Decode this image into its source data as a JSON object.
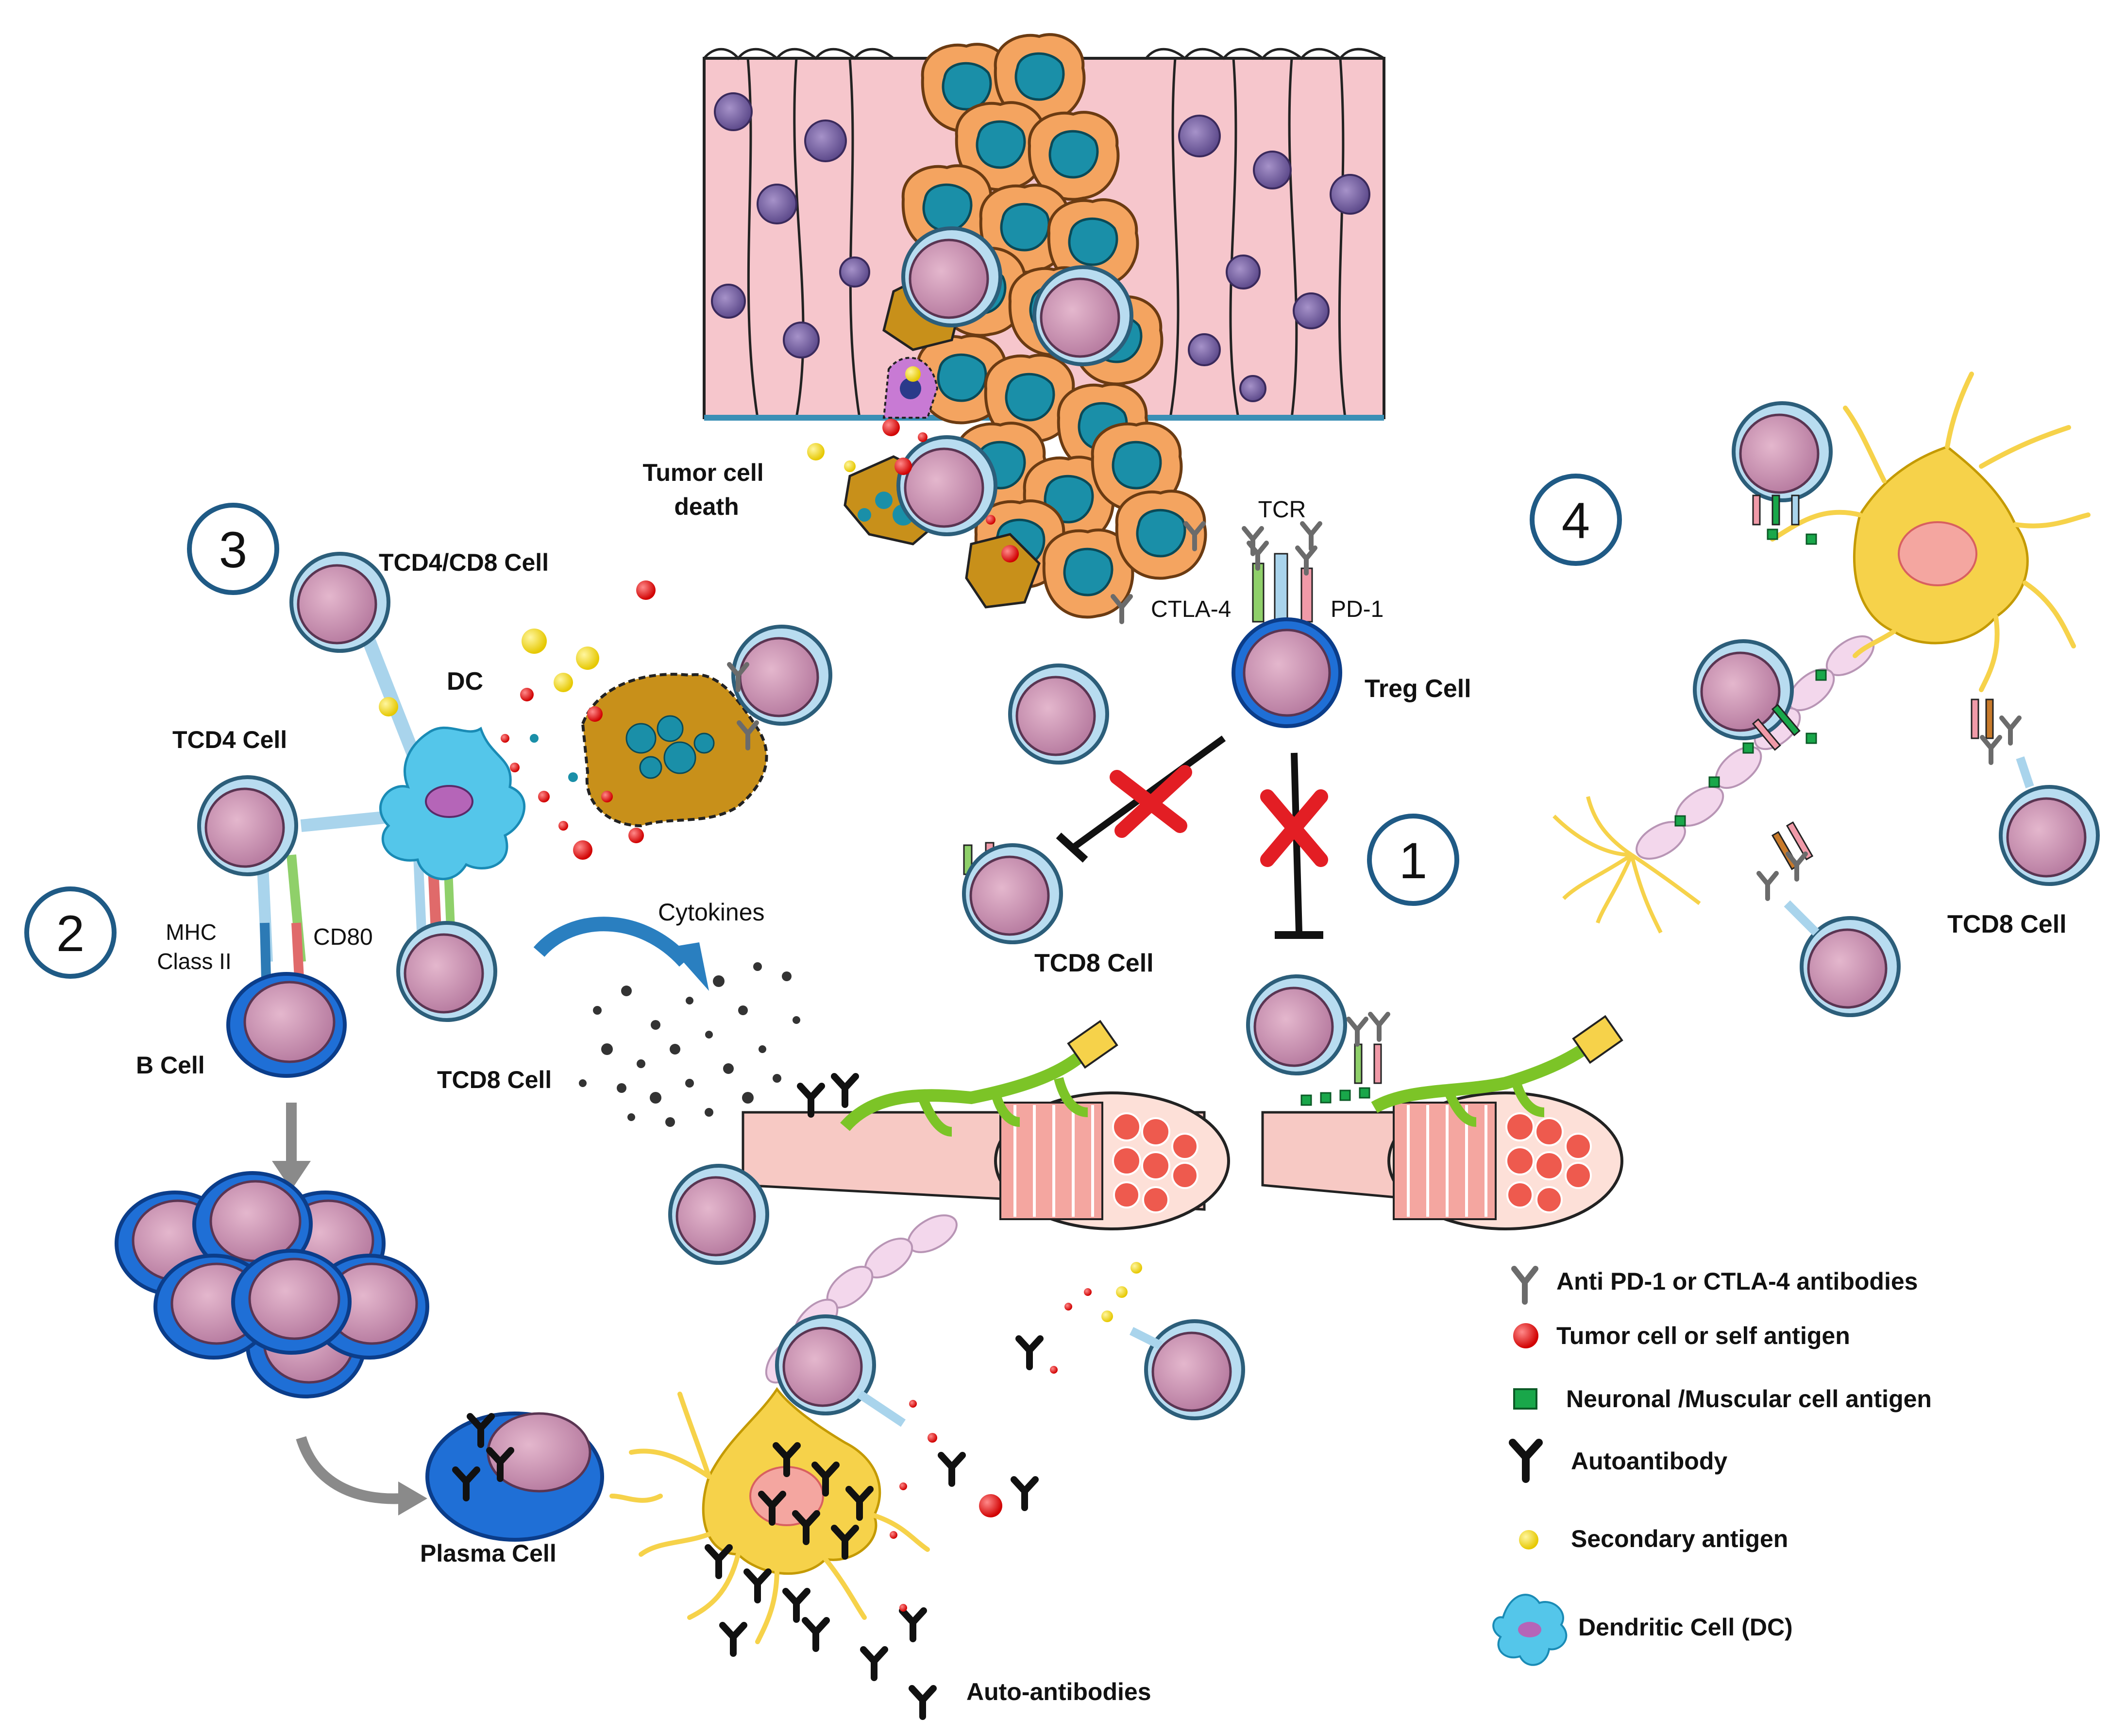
{
  "steps": [
    "1",
    "2",
    "3",
    "4"
  ],
  "labels": {
    "tumor_cell_death": [
      "Tumor cell",
      "death"
    ],
    "tcr": "TCR",
    "ctla4": "CTLA-4",
    "pd1": "PD-1",
    "treg_cell": "Treg Cell",
    "tcd8_cell_center": "TCD8 Cell",
    "tcd4_cd8_cell": "TCD4/CD8 Cell",
    "dc": "DC",
    "tcd4_cell": "TCD4 Cell",
    "mhc_class_ii": [
      "MHC",
      "Class II"
    ],
    "cd80": "CD80",
    "b_cell": "B Cell",
    "tcd8_cell_left": "TCD8 Cell",
    "cytokines": "Cytokines",
    "plasma_cell": "Plasma Cell",
    "auto_antibodies": "Auto-antibodies",
    "tcd8_cell_right": "TCD8 Cell"
  },
  "legend": [
    {
      "icon": "antibody-icon",
      "text": "Anti PD-1 or CTLA-4 antibodies"
    },
    {
      "icon": "red-antigen-icon",
      "text": "Tumor cell or self antigen"
    },
    {
      "icon": "green-square-icon",
      "text": "Neuronal /Muscular  cell  antigen"
    },
    {
      "icon": "autoantibody-icon",
      "text": "Autoantibody"
    },
    {
      "icon": "yellow-antigen-icon",
      "text": "Secondary antigen"
    },
    {
      "icon": "dendritic-cell-icon",
      "text": "Dendritic Cell (DC)"
    }
  ],
  "colors": {
    "epithelium": "#f6c6cc",
    "tumor": "#f4a460",
    "tumor_nucleus": "#1a8fa8",
    "cell_membrane": "#a9d4ec",
    "cell_body": "#c98fb0",
    "b_cell": "#1f6fd6",
    "neuron": "#f6d24a",
    "dendritic": "#54c6ea",
    "nerve": "#7cc427",
    "block": "#e31e24",
    "step_circle": "#1f5a85"
  }
}
